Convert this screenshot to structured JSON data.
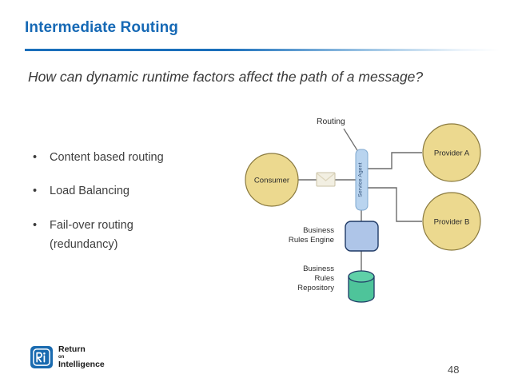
{
  "slide": {
    "title": "Intermediate Routing",
    "question": "How can dynamic runtime factors affect the path of a message?",
    "page_number": "48",
    "accent_color": "#1669b5"
  },
  "bullets": [
    {
      "marker": "•",
      "text": "Content based routing",
      "continuation": ""
    },
    {
      "marker": "•",
      "text": "Load Balancing",
      "continuation": ""
    },
    {
      "marker": "•",
      "text": "Fail-over routing",
      "continuation": "(redundancy)"
    }
  ],
  "diagram": {
    "annotation": "Routing",
    "consumer": "Consumer",
    "service_agent": "Service Agent",
    "provider_a": "Provider A",
    "provider_b": "Provider B",
    "business_rules_engine_line1": "Business",
    "business_rules_engine_line2": "Rules Engine",
    "business_rules_repository_line1": "Business",
    "business_rules_repository_line2": "Rules",
    "business_rules_repository_line3": "Repository",
    "colors": {
      "actor_fill": "#ecd98f",
      "actor_stroke": "#8a7a3f",
      "agent_fill": "#b9d4ef",
      "agent_stroke": "#7fa8cf",
      "engine_fill": "#aec5e8",
      "engine_stroke": "#1f3a66",
      "repository_fill": "#4ec49a",
      "repository_stroke": "#1f3a66",
      "envelope_fill": "#f2efe2",
      "envelope_stroke": "#c9c2a6",
      "connector": "#6b6b6b"
    }
  },
  "logo": {
    "monogram": "Ri",
    "line1": "Return",
    "line2": "on",
    "line3": "Intelligence",
    "mark_color": "#1a6bb0"
  }
}
